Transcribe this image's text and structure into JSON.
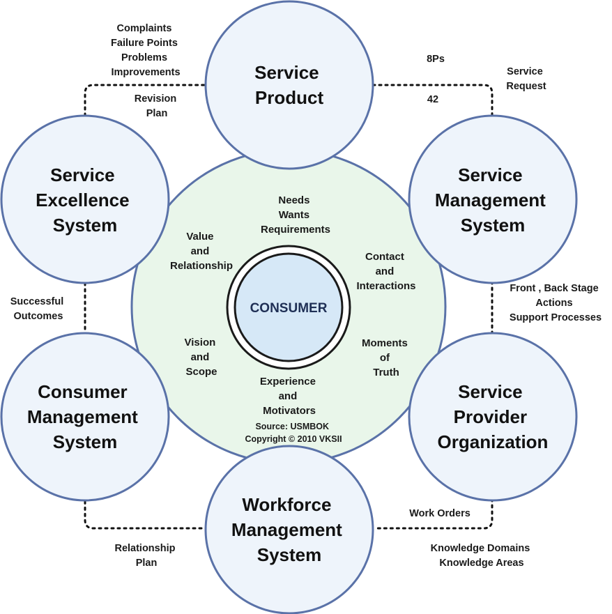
{
  "colors": {
    "outer_circle_fill": "#eef4fb",
    "outer_circle_stroke": "#5a72a8",
    "center_circle_fill": "#e9f6ea",
    "consumer_fill": "#d6e8f7",
    "dotted_line": "#111111"
  },
  "systems": {
    "service_product": [
      "Service",
      "Product"
    ],
    "service_management": [
      "Service",
      "Management",
      "System"
    ],
    "service_provider": [
      "Service",
      "Provider",
      "Organization"
    ],
    "workforce_management": [
      "Workforce",
      "Management",
      "System"
    ],
    "consumer_management": [
      "Consumer",
      "Management",
      "System"
    ],
    "service_excellence": [
      "Service",
      "Excellence",
      "System"
    ]
  },
  "center": {
    "consumer": "CONSUMER",
    "needs": [
      "Needs",
      "Wants",
      "Requirements"
    ],
    "contact": [
      "Contact",
      "and",
      "Interactions"
    ],
    "moments": [
      "Moments",
      "of",
      "Truth"
    ],
    "experience": [
      "Experience",
      "and",
      "Motivators"
    ],
    "vision": [
      "Vision",
      "and",
      "Scope"
    ],
    "value": [
      "Value",
      "and",
      "Relationship"
    ],
    "source": [
      "Source: USMBOK",
      "Copyright © 2010 VKSII"
    ]
  },
  "edges": {
    "feedback": [
      "Complaints",
      "Failure Points",
      "Problems",
      "Improvements"
    ],
    "revision_plan": [
      "Revision",
      "Plan"
    ],
    "eight_ps": "8Ps",
    "forty_two": "42",
    "service_request": [
      "Service",
      "Request"
    ],
    "front_back": [
      "Front , Back Stage",
      "Actions",
      "Support Processes"
    ],
    "work_orders": "Work Orders",
    "knowledge": [
      "Knowledge Domains",
      "Knowledge Areas"
    ],
    "relationship_plan": [
      "Relationship",
      "Plan"
    ],
    "successful_outcomes": [
      "Successful",
      "Outcomes"
    ]
  }
}
